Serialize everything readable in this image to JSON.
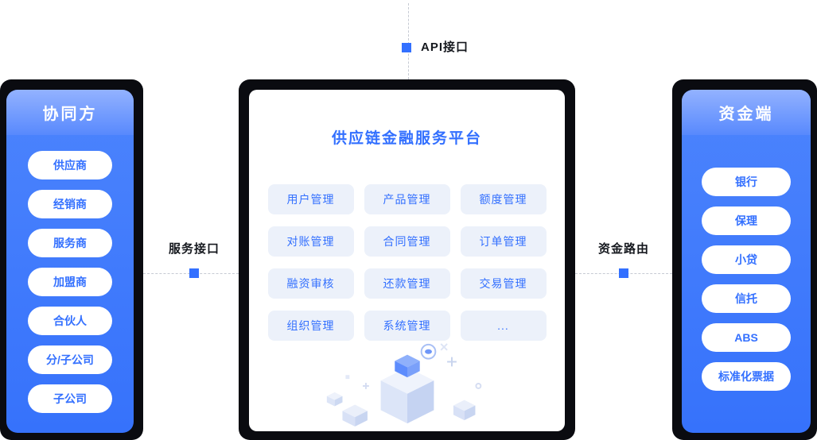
{
  "colors": {
    "primary_blue": "#3370FF",
    "panel_blue": "#3B76FC",
    "panel_header_blue": "#8FB0FF",
    "frame_black": "#0A0B10",
    "module_bg": "#ECF1FA",
    "dash_gray": "#C6CAD3",
    "label_dark": "#15181E"
  },
  "connectors": {
    "top": {
      "label": "API接口"
    },
    "left": {
      "label": "服务接口"
    },
    "right": {
      "label": "资金路由"
    }
  },
  "left_panel": {
    "title": "协同方",
    "items": [
      "供应商",
      "经销商",
      "服务商",
      "加盟商",
      "合伙人",
      "分/子公司",
      "子公司"
    ]
  },
  "center_panel": {
    "title": "供应链金融服务平台",
    "modules": [
      "用户管理",
      "产品管理",
      "额度管理",
      "对账管理",
      "合同管理",
      "订单管理",
      "融资审核",
      "还款管理",
      "交易管理",
      "组织管理",
      "系统管理",
      "..."
    ]
  },
  "right_panel": {
    "title": "资金端",
    "items": [
      "银行",
      "保理",
      "小贷",
      "信托",
      "ABS",
      "标准化票据"
    ]
  }
}
